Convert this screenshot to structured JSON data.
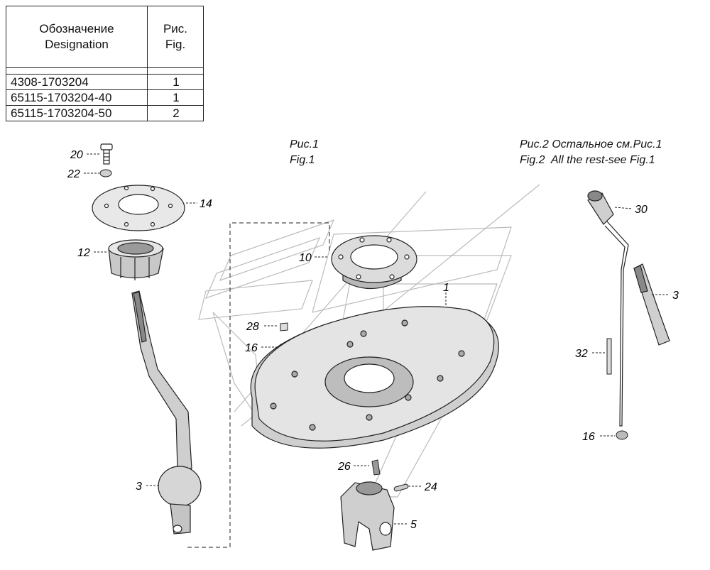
{
  "table": {
    "header": {
      "designation": [
        "Обозначение",
        "Designation"
      ],
      "fig": [
        "Рис.",
        "Fig."
      ]
    },
    "rows": [
      {
        "designation": "4308-1703204",
        "fig": "1"
      },
      {
        "designation": "65115-1703204-40",
        "fig": "1"
      },
      {
        "designation": "65115-1703204-50",
        "fig": "2"
      }
    ]
  },
  "captions": {
    "fig1": [
      "Рис.1",
      "Fig.1"
    ],
    "fig2": [
      "Рис.2 Остальное см.Рис.1",
      "Fig.2  All the rest-see Fig.1"
    ]
  },
  "callouts": {
    "p20": "20",
    "p22": "22",
    "p14": "14",
    "p12": "12",
    "p10": "10",
    "p28": "28",
    "p16a": "16",
    "p1": "1",
    "p3a": "3",
    "p26": "26",
    "p24": "24",
    "p5": "5",
    "p30": "30",
    "p3b": "3",
    "p32": "32",
    "p16b": "16"
  }
}
